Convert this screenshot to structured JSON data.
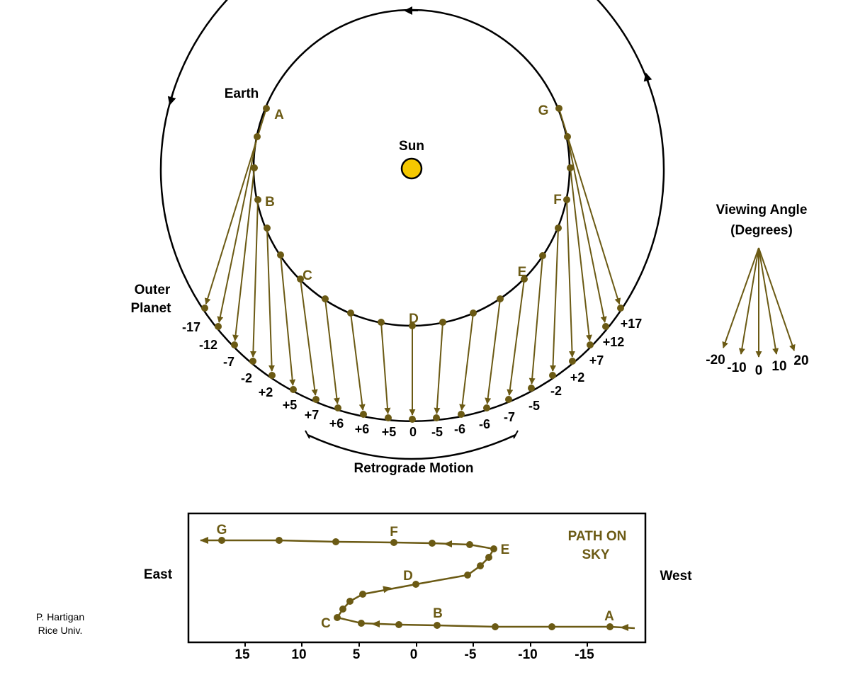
{
  "colors": {
    "olive": "#6b5a14",
    "sun": "#f5c800",
    "line": "#000000"
  },
  "labels": {
    "earth": "Earth",
    "sun": "Sun",
    "outer_planet_1": "Outer",
    "outer_planet_2": "Planet",
    "retrograde": "Retrograde Motion",
    "viewing_title_1": "Viewing Angle",
    "viewing_title_2": "(Degrees)",
    "east": "East",
    "west": "West",
    "path_title_1": "PATH ON",
    "path_title_2": "SKY",
    "credit_1": "P. Hartigan",
    "credit_2": "Rice Univ."
  },
  "earth_positions": [
    "A",
    "B",
    "C",
    "D",
    "E",
    "F",
    "G"
  ],
  "viewing_angles": [
    "-17",
    "-12",
    "-7",
    "-2",
    "+2",
    "+5",
    "+7",
    "+6",
    "+6",
    "+5",
    "0",
    "-5",
    "-6",
    "-6",
    "-7",
    "-5",
    "-2",
    "+2",
    "+7",
    "+12",
    "+17"
  ],
  "scale": {
    "ticks": [
      "-20",
      "-10",
      "0",
      "10",
      "20"
    ]
  },
  "path_axis": {
    "ticks": [
      "15",
      "10",
      "5",
      "0",
      "-5",
      "-10",
      "-15"
    ]
  },
  "path_labels": [
    "A",
    "B",
    "C",
    "D",
    "E",
    "F",
    "G"
  ]
}
